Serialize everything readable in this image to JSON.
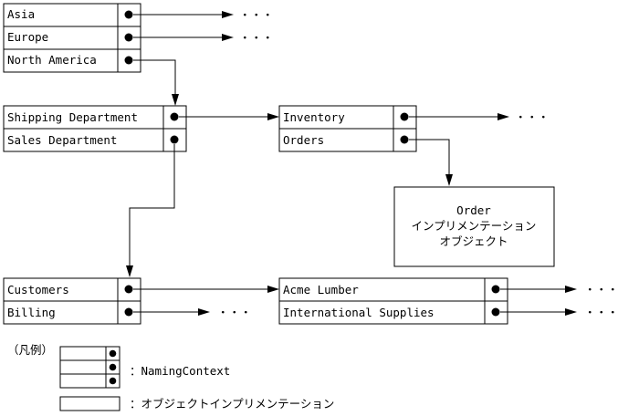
{
  "contexts": {
    "root": {
      "rows": [
        {
          "label": "Asia",
          "next": "・・・"
        },
        {
          "label": "Europe",
          "next": "・・・"
        },
        {
          "label": "North America"
        }
      ]
    },
    "north_america": {
      "rows": [
        {
          "label": "Shipping Department"
        },
        {
          "label": "Sales Department"
        }
      ]
    },
    "shipping": {
      "rows": [
        {
          "label": "Inventory",
          "next": "・・・"
        },
        {
          "label": "Orders"
        }
      ]
    },
    "sales": {
      "rows": [
        {
          "label": "Customers"
        },
        {
          "label": "Billing",
          "next": "・・・"
        }
      ]
    },
    "customers": {
      "rows": [
        {
          "label": "Acme Lumber",
          "next": "・・・"
        },
        {
          "label": "International Supplies",
          "next": "・・・"
        }
      ]
    }
  },
  "order_object": {
    "lines": [
      "Order",
      "インプリメンテーション",
      "オブジェクト"
    ]
  },
  "legend": {
    "title": "（凡例）",
    "naming_context_label": "：NamingContext",
    "object_impl_label": "：オブジェクトインプリメンテーション"
  }
}
